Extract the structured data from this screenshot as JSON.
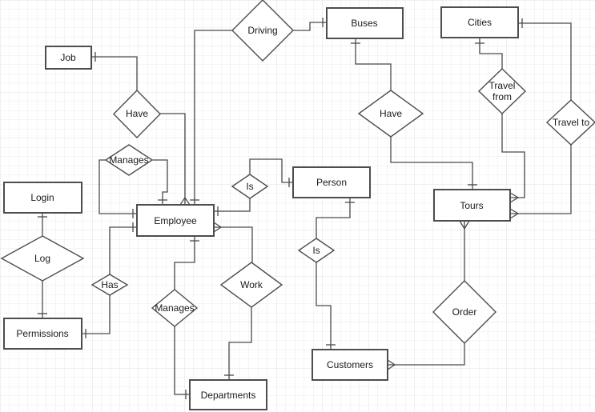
{
  "colors": {
    "background": "#ffffff",
    "grid_minor": "#ebebeb",
    "grid_major": "#e1e1e6",
    "shape_fill": "#ffffff",
    "shape_stroke": "#4d4d4d",
    "edge": "#4a4a4a",
    "text": "#1a1a1a"
  },
  "entities": {
    "job": "Job",
    "buses": "Buses",
    "cities": "Cities",
    "login": "Login",
    "employee": "Employee",
    "person": "Person",
    "tours": "Tours",
    "permissions": "Permissions",
    "customers": "Customers",
    "departments": "Departments"
  },
  "relationships": {
    "driving": "Driving",
    "have_job": "Have",
    "manages_upper": "Manages",
    "is_upper": "Is",
    "have_buses": "Have",
    "travel_from_line1": "Travel",
    "travel_from_line2": "from",
    "travel_to": "Travel to",
    "log": "Log",
    "has": "Has",
    "manages_lower": "Manages",
    "work": "Work",
    "is_lower": "Is",
    "order": "Order"
  }
}
